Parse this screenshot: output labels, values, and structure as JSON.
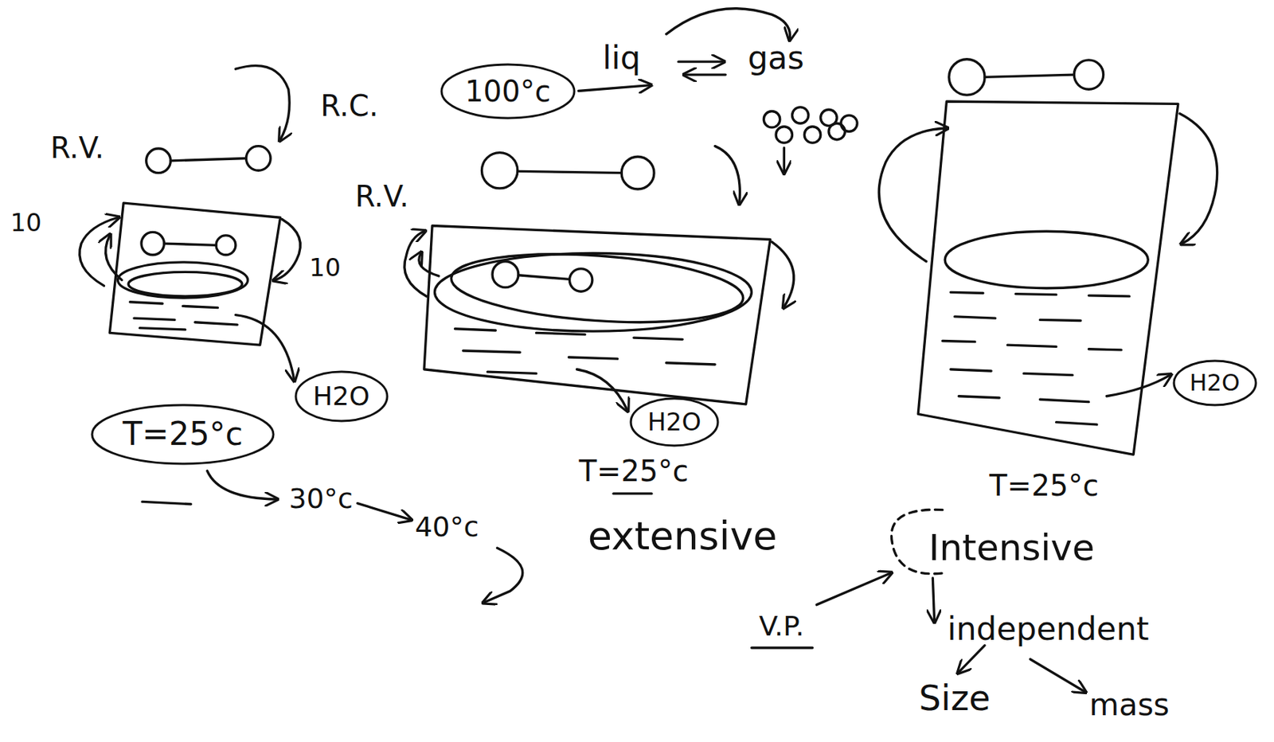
{
  "diagram": {
    "nodes": [
      {
        "text": [
          "100°c"
        ]
      },
      {
        "text": [
          "H2O"
        ]
      },
      {
        "text": [
          "T=25°c"
        ]
      },
      {
        "text": [
          "H2O"
        ]
      },
      {
        "text": [
          "H2O"
        ]
      }
    ],
    "labels": [
      "R.V.",
      "R.C.",
      "10",
      "10",
      "liq",
      "gas",
      "R.V.",
      "30°c",
      "40°c",
      "T=25°c",
      "extensive",
      "T=25°c",
      "Intensive",
      "V.P.",
      "independent",
      "Size",
      "mass"
    ]
  }
}
